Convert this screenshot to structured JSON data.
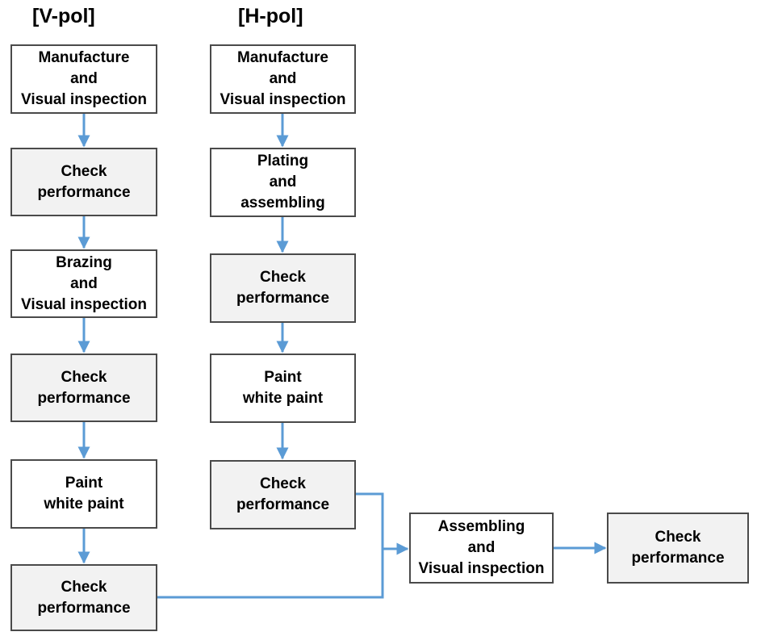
{
  "headers": {
    "vpol": "[V-pol]",
    "hpol": "[H-pol]"
  },
  "vpol_steps": [
    "Manufacture\nand\nVisual inspection",
    "Check\nperformance",
    "Brazing\nand\nVisual inspection",
    "Check\nperformance",
    "Paint\nwhite paint",
    "Check\nperformance"
  ],
  "hpol_steps": [
    "Manufacture\nand\nVisual inspection",
    "Plating\nand\nassembling",
    "Check\nperformance",
    "Paint\nwhite paint",
    "Check\nperformance"
  ],
  "final_steps": [
    "Assembling\nand\nVisual inspection",
    "Check\nperformance"
  ],
  "colors": {
    "arrow": "#5b9bd5",
    "box_border": "#4a4a4a",
    "check_fill": "#f2f2f2",
    "step_fill": "#ffffff"
  }
}
